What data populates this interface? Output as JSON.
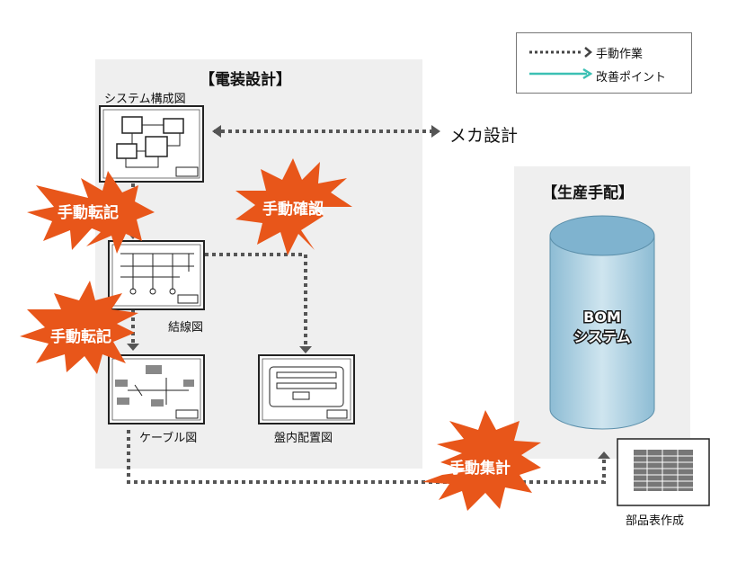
{
  "legend": {
    "manual_label": "手動作業",
    "improve_label": "改善ポイント",
    "manual_color": "#444444",
    "improve_color": "#3cc0b4"
  },
  "electrical": {
    "title": "【電装設計】",
    "docs": {
      "system": "システム構成図",
      "wiring": "結線図",
      "cable": "ケーブル図",
      "panel": "盤内配置図"
    }
  },
  "mecha_label": "メカ設計",
  "production": {
    "title": "【生産手配】",
    "bom_line1": "BOM",
    "bom_line2": "システム"
  },
  "parts_list_label": "部品表作成",
  "bursts": {
    "transcribe1": "手動転記",
    "confirm": "手動確認",
    "transcribe2": "手動転記",
    "aggregate": "手動集計"
  },
  "colors": {
    "burst": "#e8561a",
    "panel_bg": "#efefef",
    "cylinder_top": "#7fb3cf",
    "cylinder_body": "#a9cddf"
  }
}
